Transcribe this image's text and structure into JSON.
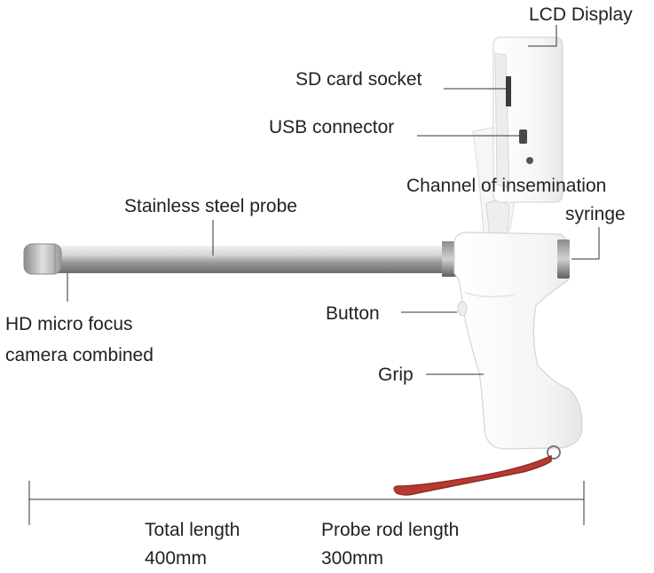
{
  "labels": {
    "lcd_display": "LCD Display",
    "sd_card_socket": "SD card socket",
    "usb_connector": "USB connector",
    "channel_line1": "Channel of insemination",
    "channel_line2": "syringe",
    "stainless_probe": "Stainless steel probe",
    "camera_line1": "HD micro focus",
    "camera_line2": "camera combined",
    "button": "Button",
    "grip": "Grip"
  },
  "dimensions": {
    "total_title": "Total length",
    "total_value": "400mm",
    "probe_title": "Probe rod length",
    "probe_value": "300mm"
  },
  "colors": {
    "device_body": "#f7f7f7",
    "device_edge": "#d9d9d9",
    "probe_steel": "#b8b8b8",
    "lanyard": "#b73a32",
    "leader_line": "#333333"
  }
}
